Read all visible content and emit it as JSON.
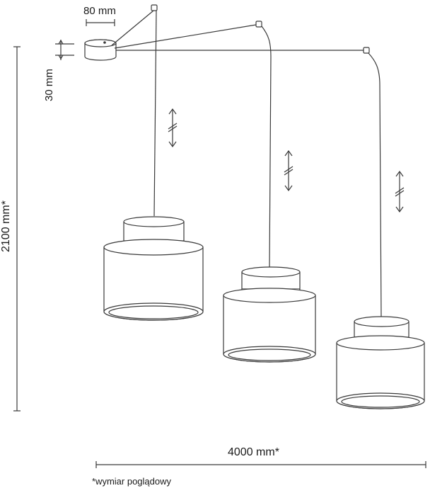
{
  "dimensions": {
    "canopy_width": "80 mm",
    "canopy_height": "30 mm",
    "total_height": "2100 mm*",
    "total_span": "4000 mm*"
  },
  "footnote": "*wymiar poglądowy",
  "colors": {
    "line": "#3a3a3a",
    "shade_fill": "#ffffff"
  }
}
